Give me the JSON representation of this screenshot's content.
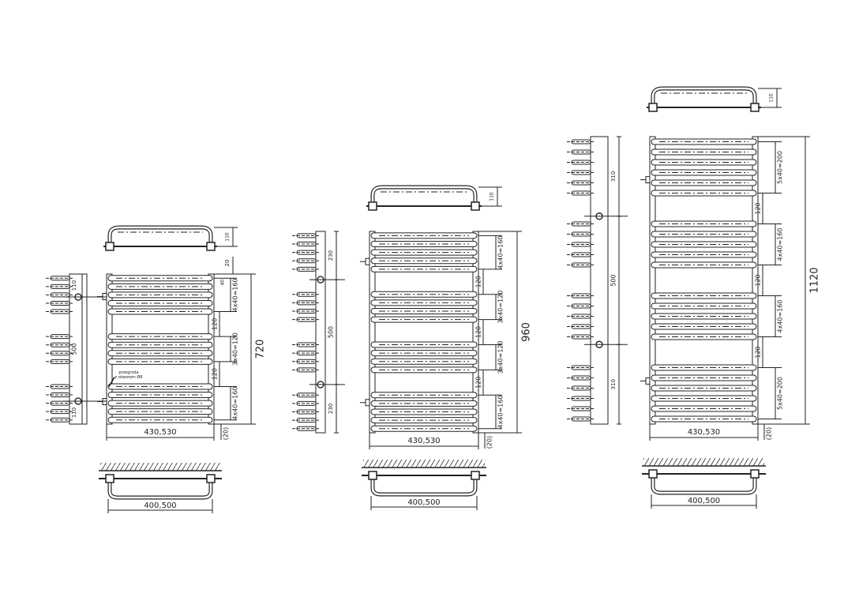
{
  "radiators": [
    {
      "height_label": "720",
      "width_label": "430,530",
      "depth_label": "110",
      "wall_width_label": "400,500",
      "top_offset_label": "20",
      "bottom_offset_label": "(20)",
      "pitch_label": "40",
      "groups": [
        {
          "count": 5,
          "label": "4x40=160"
        },
        {
          "count": 4,
          "label": "3x40=120"
        },
        {
          "count": 5,
          "label": "4x40=160"
        }
      ],
      "gap_label": "120",
      "side_labels": [
        "110",
        "500",
        "110"
      ],
      "note_line1": "przegroda",
      "note_line2": "z otworem Ø8"
    },
    {
      "height_label": "960",
      "width_label": "430,530",
      "depth_label": "110",
      "wall_width_label": "400,500",
      "bottom_offset_label": "(20)",
      "groups": [
        {
          "count": 5,
          "label": "4x40=160"
        },
        {
          "count": 4,
          "label": "3x40=120"
        },
        {
          "count": 4,
          "label": "3x40=120"
        },
        {
          "count": 5,
          "label": "4x40=160"
        }
      ],
      "gap_label": "120",
      "side_labels": [
        "230",
        "500",
        "230"
      ]
    },
    {
      "height_label": "1120",
      "width_label": "430,530",
      "depth_label": "110",
      "wall_width_label": "400,500",
      "bottom_offset_label": "(20)",
      "groups": [
        {
          "count": 6,
          "label": "5x40=200"
        },
        {
          "count": 5,
          "label": "4x40=160"
        },
        {
          "count": 5,
          "label": "4x40=160"
        },
        {
          "count": 6,
          "label": "5x40=200"
        }
      ],
      "gap_label": "120",
      "side_labels": [
        "310",
        "500",
        "310"
      ]
    }
  ]
}
